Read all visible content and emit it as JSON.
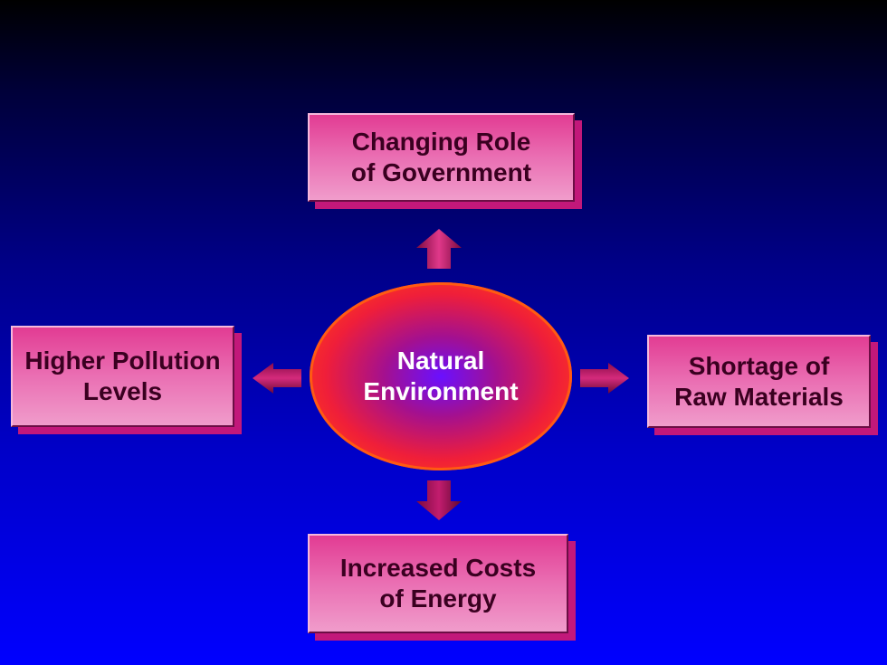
{
  "center": {
    "line1": "Natural",
    "line2": "Environment"
  },
  "boxes": {
    "top": {
      "line1": "Changing Role",
      "line2": "of  Government"
    },
    "left": {
      "line1": "Higher Pollution",
      "line2": "Levels"
    },
    "right": {
      "line1": "Shortage of",
      "line2": "Raw Materials"
    },
    "bottom": {
      "line1": "Increased Costs",
      "line2": "of Energy"
    }
  },
  "colors": {
    "box_fill": "#ea6fb3",
    "box_shadow": "#c2187a",
    "box_text": "#3a0020",
    "center_text": "#ffffff",
    "arrow": "#b8145f"
  }
}
